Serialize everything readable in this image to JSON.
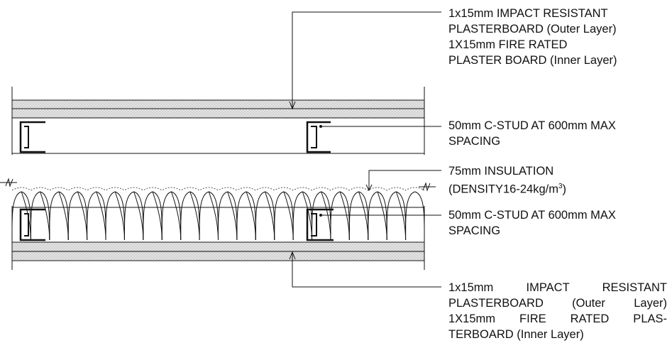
{
  "labels": {
    "top_board": {
      "line1": "1x15mm IMPACT RESISTANT",
      "line2": "PLASTERBOARD (Outer Layer)",
      "line3": "1X15mm FIRE RATED",
      "line4": "PLASTER BOARD (Inner Layer)"
    },
    "upper_stud": {
      "line1": "50mm C-STUD AT 600mm MAX",
      "line2": "SPACING"
    },
    "insulation": {
      "line1": "75mm INSULATION",
      "line2_prefix": "(DENSITY16-24kg/m",
      "line2_sup": "3",
      "line2_suffix": ")"
    },
    "lower_stud": {
      "line1": "50mm C-STUD AT 600mm MAX",
      "line2": "SPACING"
    },
    "bottom_board": {
      "line1": "1x15mm IMPACT RESISTANT",
      "line2": "PLASTERBOARD (Outer Layer)",
      "line3": "1X15mm FIRE RATED PLAS-",
      "line4": "TERBOARD (Inner Layer)"
    }
  },
  "colors": {
    "line": "#111111",
    "board_fill": "#e2e2e2",
    "insulation_line": "#555555"
  }
}
